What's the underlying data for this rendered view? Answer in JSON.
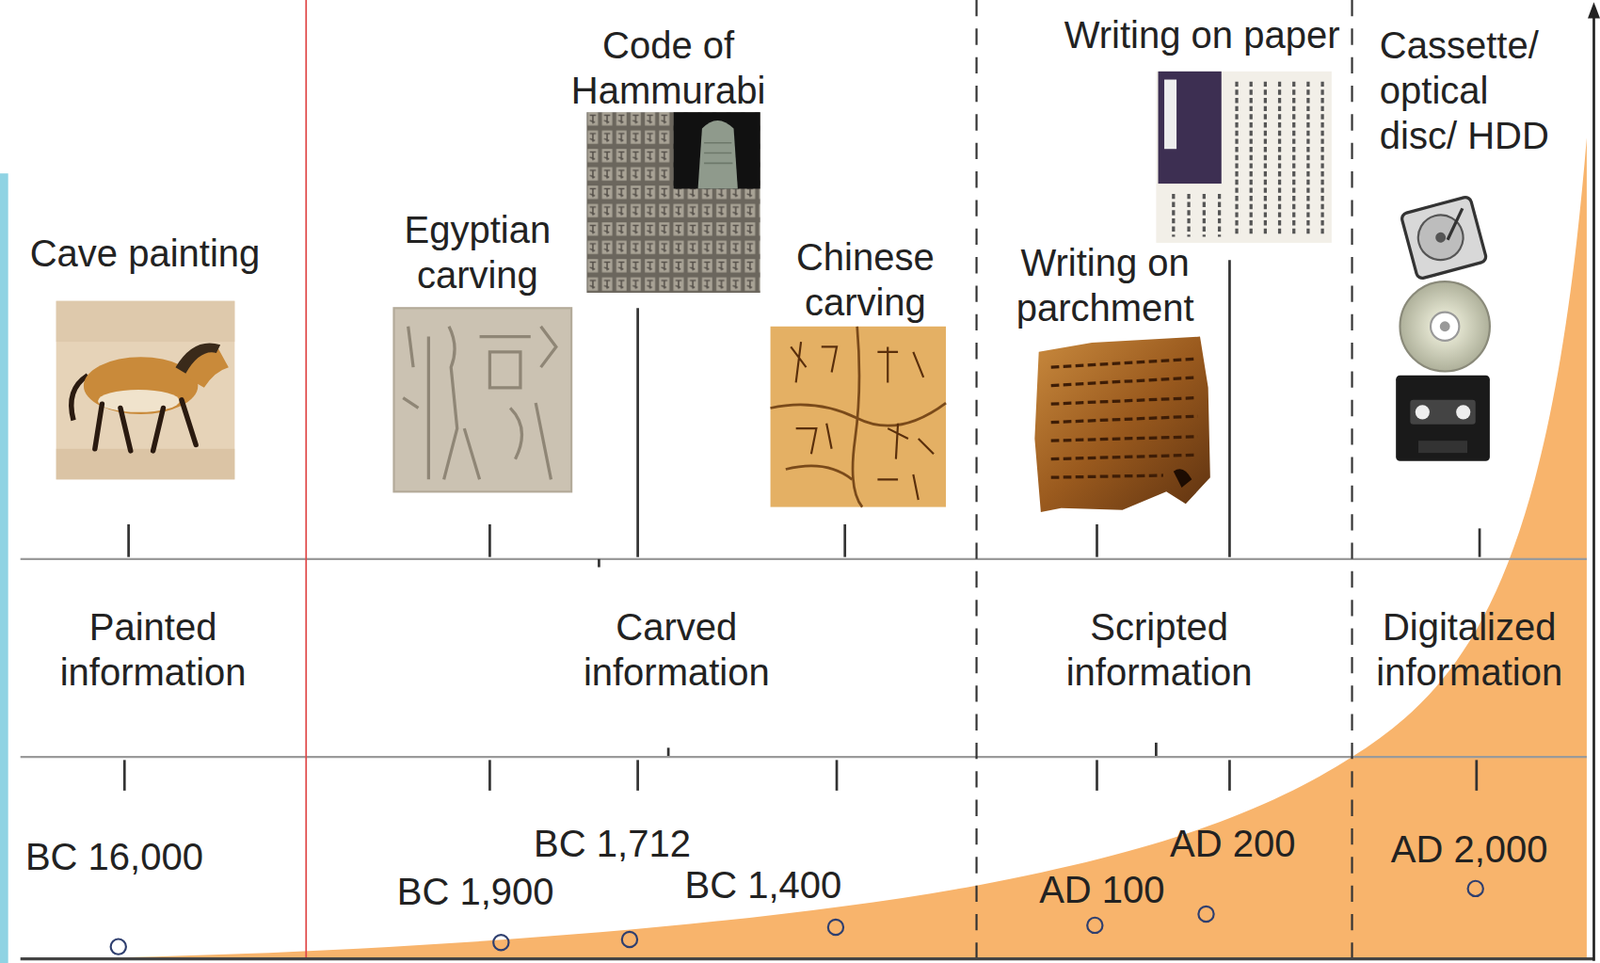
{
  "diagram": {
    "labels": [
      "Cave painting",
      "Egyptian carving",
      "Code of Hammurabi",
      "Chinese carving",
      "Writing on parchment",
      "Writing on paper",
      "Cassette/ optical disc/ HDD",
      "Painted information",
      "Carved information",
      "Scripted information",
      "Digitalized information",
      "BC 16,000",
      "BC 1,900",
      "BC 1,712",
      "BC 1,400",
      "AD 100",
      "AD 200",
      "AD 2,000"
    ]
  }
}
